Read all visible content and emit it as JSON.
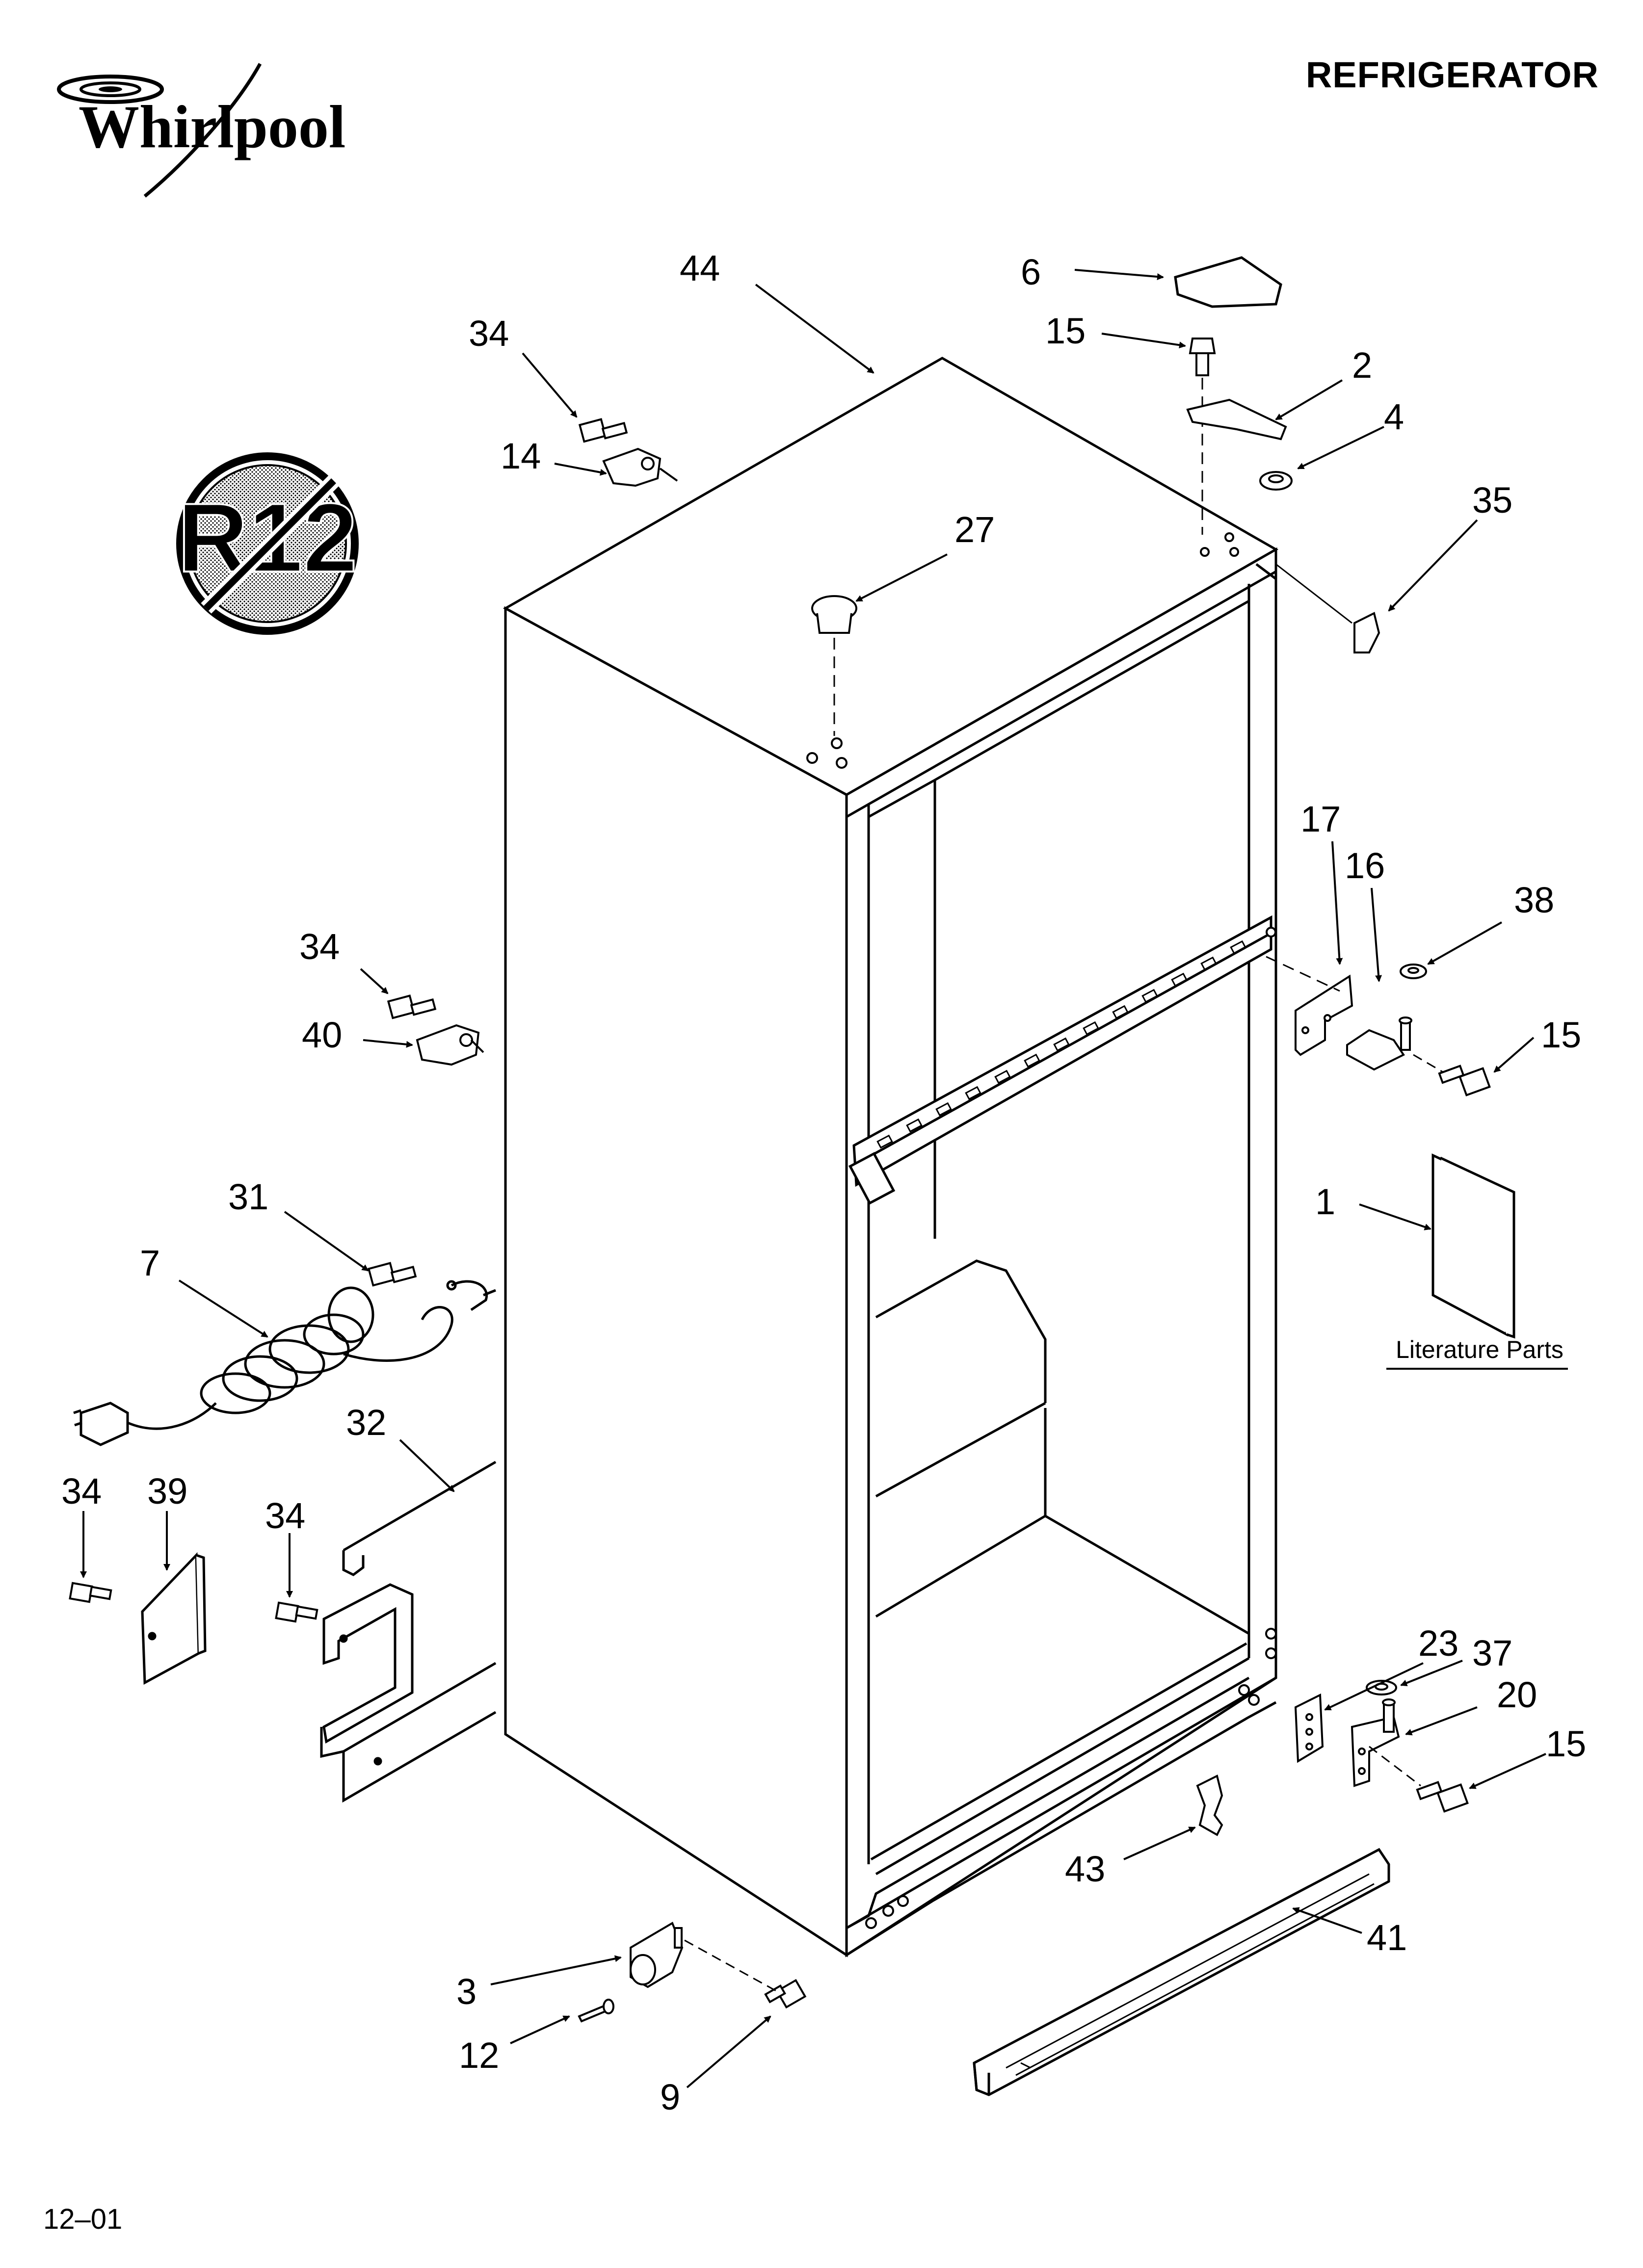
{
  "header": {
    "brand": "Whirlpool",
    "title": "REFRIGERATOR"
  },
  "symbol": {
    "text": "R12"
  },
  "literature": {
    "caption": "Literature Parts"
  },
  "footer": {
    "code": "12–01"
  },
  "callouts": [
    {
      "key": "c44",
      "label": "44"
    },
    {
      "key": "c6",
      "label": "6"
    },
    {
      "key": "c15a",
      "label": "15"
    },
    {
      "key": "c2",
      "label": "2"
    },
    {
      "key": "c4",
      "label": "4"
    },
    {
      "key": "c35",
      "label": "35"
    },
    {
      "key": "c34a",
      "label": "34"
    },
    {
      "key": "c14",
      "label": "14"
    },
    {
      "key": "c27",
      "label": "27"
    },
    {
      "key": "c17",
      "label": "17"
    },
    {
      "key": "c16",
      "label": "16"
    },
    {
      "key": "c38",
      "label": "38"
    },
    {
      "key": "c15b",
      "label": "15"
    },
    {
      "key": "c34b",
      "label": "34"
    },
    {
      "key": "c40",
      "label": "40"
    },
    {
      "key": "c1",
      "label": "1"
    },
    {
      "key": "c31",
      "label": "31"
    },
    {
      "key": "c7",
      "label": "7"
    },
    {
      "key": "c32",
      "label": "32"
    },
    {
      "key": "c34c",
      "label": "34"
    },
    {
      "key": "c39",
      "label": "39"
    },
    {
      "key": "c34d",
      "label": "34"
    },
    {
      "key": "c23",
      "label": "23"
    },
    {
      "key": "c37",
      "label": "37"
    },
    {
      "key": "c20",
      "label": "20"
    },
    {
      "key": "c15c",
      "label": "15"
    },
    {
      "key": "c43",
      "label": "43"
    },
    {
      "key": "c41",
      "label": "41"
    },
    {
      "key": "c3",
      "label": "3"
    },
    {
      "key": "c12",
      "label": "12"
    },
    {
      "key": "c9",
      "label": "9"
    }
  ]
}
